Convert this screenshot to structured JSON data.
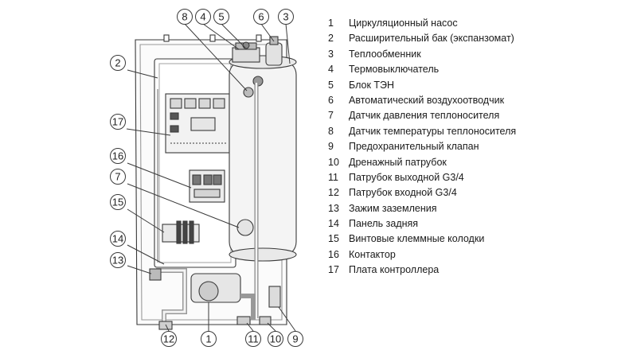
{
  "legend": [
    {
      "num": "1",
      "text": "Циркуляционный насос"
    },
    {
      "num": "2",
      "text": "Расширительный бак (экспанзомат)"
    },
    {
      "num": "3",
      "text": "Теплообменник"
    },
    {
      "num": "4",
      "text": "Термовыключатель"
    },
    {
      "num": "5",
      "text": "Блок ТЭН"
    },
    {
      "num": "6",
      "text": "Автоматический воздухоотводчик"
    },
    {
      "num": "7",
      "text": "Датчик давления теплоносителя"
    },
    {
      "num": "8",
      "text": "Датчик температуры теплоносителя"
    },
    {
      "num": "9",
      "text": "Предохранительный клапан"
    },
    {
      "num": "10",
      "text": "Дренажный патрубок"
    },
    {
      "num": "11",
      "text": "Патрубок выходной G3/4"
    },
    {
      "num": "12",
      "text": "Патрубок входной G3/4"
    },
    {
      "num": "13",
      "text": "Зажим  заземления"
    },
    {
      "num": "14",
      "text": "Панель задняя"
    },
    {
      "num": "15",
      "text": "Винтовые клеммные колодки"
    },
    {
      "num": "16",
      "text": "Контактор"
    },
    {
      "num": "17",
      "text": "Плата контроллера"
    }
  ],
  "callouts": [
    {
      "id": "8",
      "label": "8"
    },
    {
      "id": "4",
      "label": "4"
    },
    {
      "id": "5",
      "label": "5"
    },
    {
      "id": "6",
      "label": "6"
    },
    {
      "id": "3",
      "label": "3"
    },
    {
      "id": "2",
      "label": "2"
    },
    {
      "id": "17",
      "label": "17"
    },
    {
      "id": "16",
      "label": "16"
    },
    {
      "id": "7",
      "label": "7"
    },
    {
      "id": "15",
      "label": "15"
    },
    {
      "id": "14",
      "label": "14"
    },
    {
      "id": "13",
      "label": "13"
    },
    {
      "id": "12",
      "label": "12"
    },
    {
      "id": "1",
      "label": "1"
    },
    {
      "id": "11",
      "label": "11"
    },
    {
      "id": "10",
      "label": "10"
    },
    {
      "id": "9",
      "label": "9"
    }
  ]
}
